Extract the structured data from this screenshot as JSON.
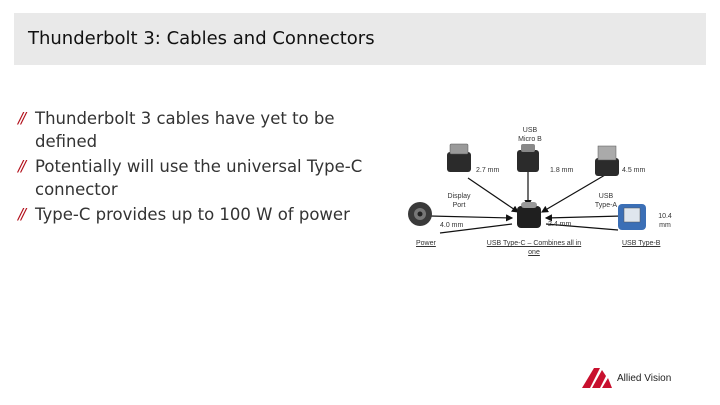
{
  "slide": {
    "title": "Thunderbolt 3: Cables and Connectors"
  },
  "bullets": [
    {
      "marker": "//",
      "text": "Thunderbolt 3 cables have yet to be defined"
    },
    {
      "marker": "//",
      "text": "Potentially will use the universal Type-C connector"
    },
    {
      "marker": "//",
      "text": "Type-C provides up to 100 W of power"
    }
  ],
  "diagram": {
    "usb_micro_b": "USB Micro B",
    "dim_micro_b": "2.7 mm",
    "dim_center_top": "1.8 mm",
    "dim_type_a": "4.5 mm",
    "display_port": "Display Port",
    "usb_type_a": "USB Type-A",
    "dim_type_b": "10.4 mm",
    "dim_power": "4.0 mm",
    "dim_type_c": "2.4 mm",
    "power": "Power",
    "usb_type_c": "USB Type-C – Combines all in one",
    "usb_type_b": "USB Type-B"
  },
  "logo": {
    "text": "Allied Vision",
    "brand_color": "#c8102e"
  }
}
